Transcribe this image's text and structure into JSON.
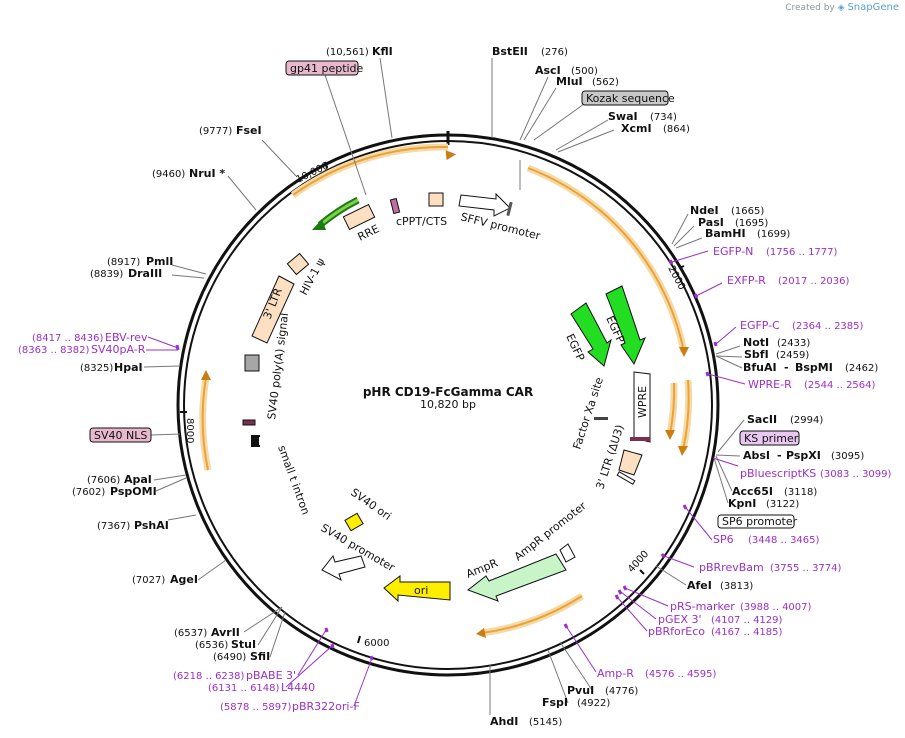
{
  "credit": {
    "prefix": "Created by",
    "brand": "SnapGene"
  },
  "map": {
    "name": "pHR CD19-FcGamma CAR",
    "size_label": "10,820 bp"
  },
  "ticks": {
    "t2000": "2000",
    "t4000": "4000",
    "t6000": "6000",
    "t8000": "8000",
    "t10000": "10,000"
  },
  "enzymes": {
    "kfli": {
      "name": "KflI",
      "pos": "(10,561)"
    },
    "bsteii": {
      "name": "BstEII",
      "pos": "(276)"
    },
    "asci": {
      "name": "AscI",
      "pos": "(500)"
    },
    "mlui": {
      "name": "MluI",
      "pos": "(562)"
    },
    "swai": {
      "name": "SwaI",
      "pos": "(734)"
    },
    "xcmi": {
      "name": "XcmI",
      "pos": "(864)"
    },
    "fsei": {
      "name": "FseI",
      "pos": "(9777)"
    },
    "nrui": {
      "name": "NruI *",
      "pos": "(9460)"
    },
    "ndei": {
      "name": "NdeI",
      "pos": "(1665)"
    },
    "pasi": {
      "name": "PasI",
      "pos": "(1695)"
    },
    "bamhi": {
      "name": "BamHI",
      "pos": "(1699)"
    },
    "pmli": {
      "name": "PmlI",
      "pos": "(8917)"
    },
    "draiii": {
      "name": "DraIII",
      "pos": "(8839)"
    },
    "noti": {
      "name": "NotI",
      "pos": "(2433)"
    },
    "sbfi": {
      "name": "SbfI",
      "pos": "(2459)"
    },
    "bfuai": {
      "name": "BfuAI",
      "sep": "-",
      "name2": "BspMI",
      "pos": "(2462)"
    },
    "hpai": {
      "name": "HpaI",
      "pos": "(8325)"
    },
    "sacii": {
      "name": "SacII",
      "pos": "(2994)"
    },
    "absi": {
      "name": "AbsI",
      "sep": "-",
      "name2": "PspXI",
      "pos": "(3095)"
    },
    "acc65i": {
      "name": "Acc65I",
      "pos": "(3118)"
    },
    "kpni": {
      "name": "KpnI",
      "pos": "(3122)"
    },
    "apai": {
      "name": "ApaI",
      "pos": "(7606)"
    },
    "pspomi": {
      "name": "PspOMI",
      "pos": "(7602)"
    },
    "pshai": {
      "name": "PshAI",
      "pos": "(7367)"
    },
    "agei": {
      "name": "AgeI",
      "pos": "(7027)"
    },
    "afei": {
      "name": "AfeI",
      "pos": "(3813)"
    },
    "avrii": {
      "name": "AvrII",
      "pos": "(6537)"
    },
    "stui": {
      "name": "StuI",
      "pos": "(6536)"
    },
    "sfii": {
      "name": "SfiI",
      "pos": "(6490)"
    },
    "pvui": {
      "name": "PvuI",
      "pos": "(4776)"
    },
    "fspi": {
      "name": "FspI",
      "pos": "(4922)"
    },
    "ahdi": {
      "name": "AhdI",
      "pos": "(5145)"
    }
  },
  "primers": {
    "egfpn": {
      "name": "EGFP-N",
      "pos": "(1756 .. 1777)"
    },
    "exfpr": {
      "name": "EXFP-R",
      "pos": "(2017 .. 2036)"
    },
    "egfpc": {
      "name": "EGFP-C",
      "pos": "(2364 .. 2385)"
    },
    "wprer": {
      "name": "WPRE-R",
      "pos": "(2544 .. 2564)"
    },
    "ebvrev": {
      "name": "EBV-rev",
      "pos": "(8417 .. 8436)"
    },
    "sv40par": {
      "name": "SV40pA-R",
      "pos": "(8363 .. 8382)"
    },
    "ksprimer": {
      "name": "KS primer"
    },
    "pbluescriptks": {
      "name": "pBluescriptKS",
      "pos": "(3083 .. 3099)"
    },
    "sp6promoter": {
      "name": "SP6 promoter"
    },
    "sp6": {
      "name": "SP6",
      "pos": "(3448 .. 3465)"
    },
    "pbrrevbam": {
      "name": "pBRrevBam",
      "pos": "(3755 .. 3774)"
    },
    "prsmarker": {
      "name": "pRS-marker",
      "pos": "(3988 .. 4007)"
    },
    "pgex3": {
      "name": "pGEX 3'",
      "pos": "(4107 .. 4129)"
    },
    "pbrforeco": {
      "name": "pBRforEco",
      "pos": "(4167 .. 4185)"
    },
    "ampr": {
      "name": "Amp-R",
      "pos": "(4576 .. 4595)"
    },
    "pbabe3": {
      "name": "pBABE 3'",
      "pos": "(6218 .. 6238)"
    },
    "l4440": {
      "name": "L4440",
      "pos": "(6131 .. 6148)"
    },
    "pbr322orif": {
      "name": "pBR322ori-F",
      "pos": "(5878 .. 5897)"
    }
  },
  "feature_boxes": {
    "gp41": "gp41 peptide",
    "kozak": "Kozak sequence",
    "sv40nls": "SV40 NLS"
  },
  "features": {
    "rre": "RRE",
    "cppt": "cPPT/CTS",
    "sffv": "SFFV promoter",
    "hiv1": "HIV-1 ψ",
    "ltr3": "3' LTR",
    "sv40polya": "SV40 poly(A) signal",
    "smallt": "small t intron",
    "sv40ori": "SV40 ori",
    "sv40promoter": "SV40 promoter",
    "ori": "ori",
    "ampr_gene": "AmpR",
    "ampr_promoter": "AmpR promoter",
    "factorxa": "Factor Xa site",
    "ltr3du3": "3' LTR (ΔU3)",
    "wpre": "WPRE",
    "egfp1": "EGFP",
    "egfp2": "EGFP"
  },
  "colors": {
    "primer": "#9b2fc9",
    "orf_fill": "#e8a43a",
    "orf_glow": "#f7d9a6",
    "egfp": "#22dd22",
    "ori": "#ffee00",
    "ampr": "#c8f5c8",
    "ltr": "#fde0c2",
    "gp41_box": "#e8b8cc",
    "kozak_box": "#c8c8c8",
    "ks_box": "#e8c8f0"
  }
}
